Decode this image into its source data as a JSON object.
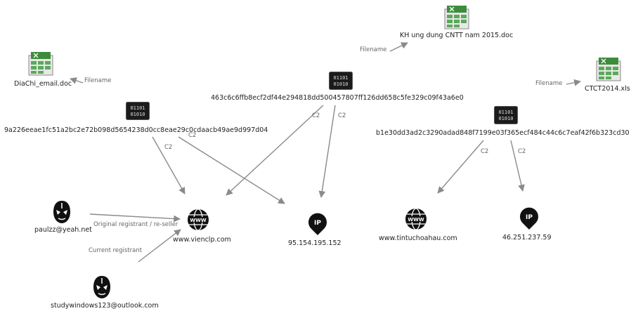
{
  "nodes": {
    "doc_diachi": {
      "label": "DiaChi_email.doc",
      "icon": "spreadsheet-doc-icon"
    },
    "doc_kh": {
      "label": "KH ung dung CNTT nam 2015.doc",
      "icon": "spreadsheet-doc-icon"
    },
    "doc_ctct": {
      "label": "CTCT2014.xls",
      "icon": "spreadsheet-doc-icon"
    },
    "hash1": {
      "label": "9a226eeae1fc51a2bc2e72b098d5654238d0cc8eae29c0cdaacb49ae9d997d04",
      "icon": "binary-file-icon",
      "icon_text": [
        "01101",
        "01010"
      ]
    },
    "hash2": {
      "label": "463c6c6ffb8ecf2df44e294818dd500457807ff126dd658c5fe329c09f43a6e0",
      "icon": "binary-file-icon",
      "icon_text": [
        "01101",
        "01010"
      ]
    },
    "hash3": {
      "label": "b1e30dd3ad2c3290adad848f7199e03f365ecf484c44c6c7eaf42f6b323cd30",
      "icon": "binary-file-icon",
      "icon_text": [
        "01101",
        "01010"
      ]
    },
    "www1": {
      "label": "www.vienclp.com",
      "icon": "globe-www-icon",
      "icon_text": "WWW"
    },
    "www2": {
      "label": "www.tintuchoahau.com",
      "icon": "globe-www-icon",
      "icon_text": "WWW"
    },
    "ip1": {
      "label": "95.154.195.152",
      "icon": "ip-pin-icon",
      "icon_text": "IP"
    },
    "ip2": {
      "label": "46.251.237.59",
      "icon": "ip-pin-icon",
      "icon_text": "IP"
    },
    "user1": {
      "label": "paulzz@yeah.net",
      "icon": "masked-person-icon"
    },
    "user2": {
      "label": "studywindows123@outlook.com",
      "icon": "masked-person-icon"
    }
  },
  "edges": {
    "filename": "Filename",
    "c2": "C2",
    "original_registrant": "Original registrant / re-seller",
    "current_registrant": "Current registrant"
  },
  "colors": {
    "edge": "#8a8a8a",
    "edge_label": "#666666",
    "icon_dark": "#111111",
    "doc_green": "#3c8c3c"
  }
}
